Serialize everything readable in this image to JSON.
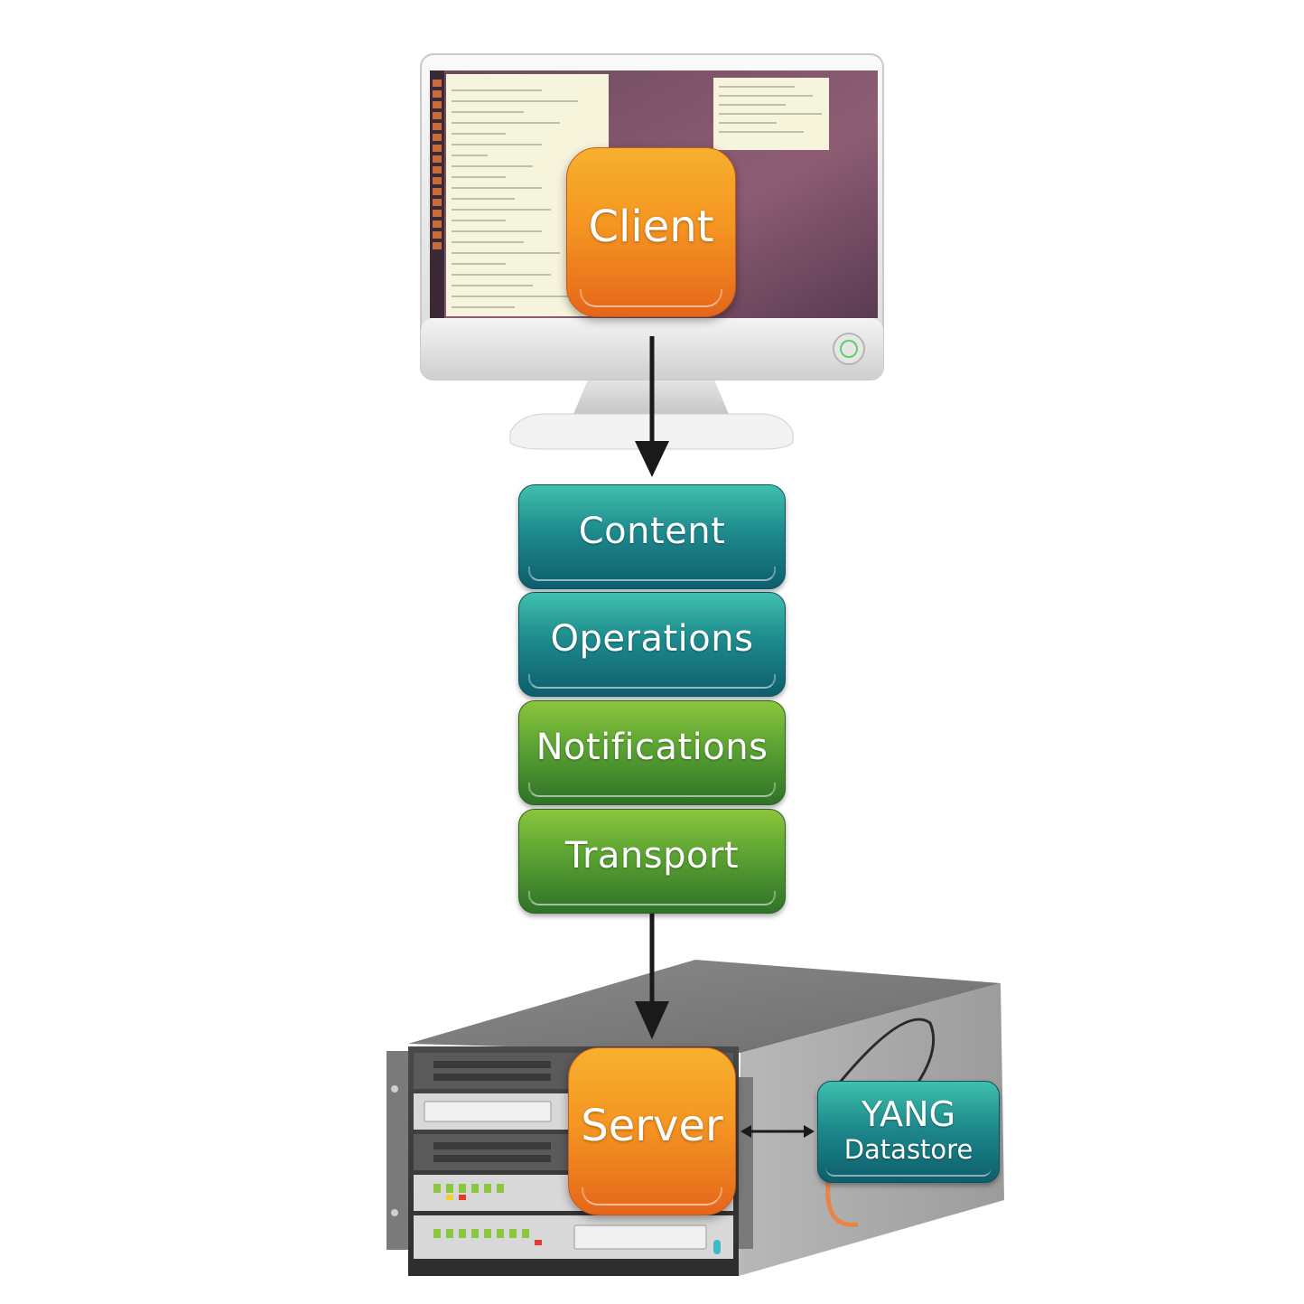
{
  "client": {
    "label": "Client"
  },
  "layers": [
    {
      "label": "Content",
      "color": "teal"
    },
    {
      "label": "Operations",
      "color": "teal"
    },
    {
      "label": "Notifications",
      "color": "green"
    },
    {
      "label": "Transport",
      "color": "green"
    }
  ],
  "server": {
    "label": "Server"
  },
  "datastore": {
    "title": "YANG",
    "subtitle": "Datastore"
  },
  "colors": {
    "orange": "#f59622",
    "teal": "#1e8a8d",
    "green": "#5aa232",
    "arrow": "#1a1a1a"
  }
}
